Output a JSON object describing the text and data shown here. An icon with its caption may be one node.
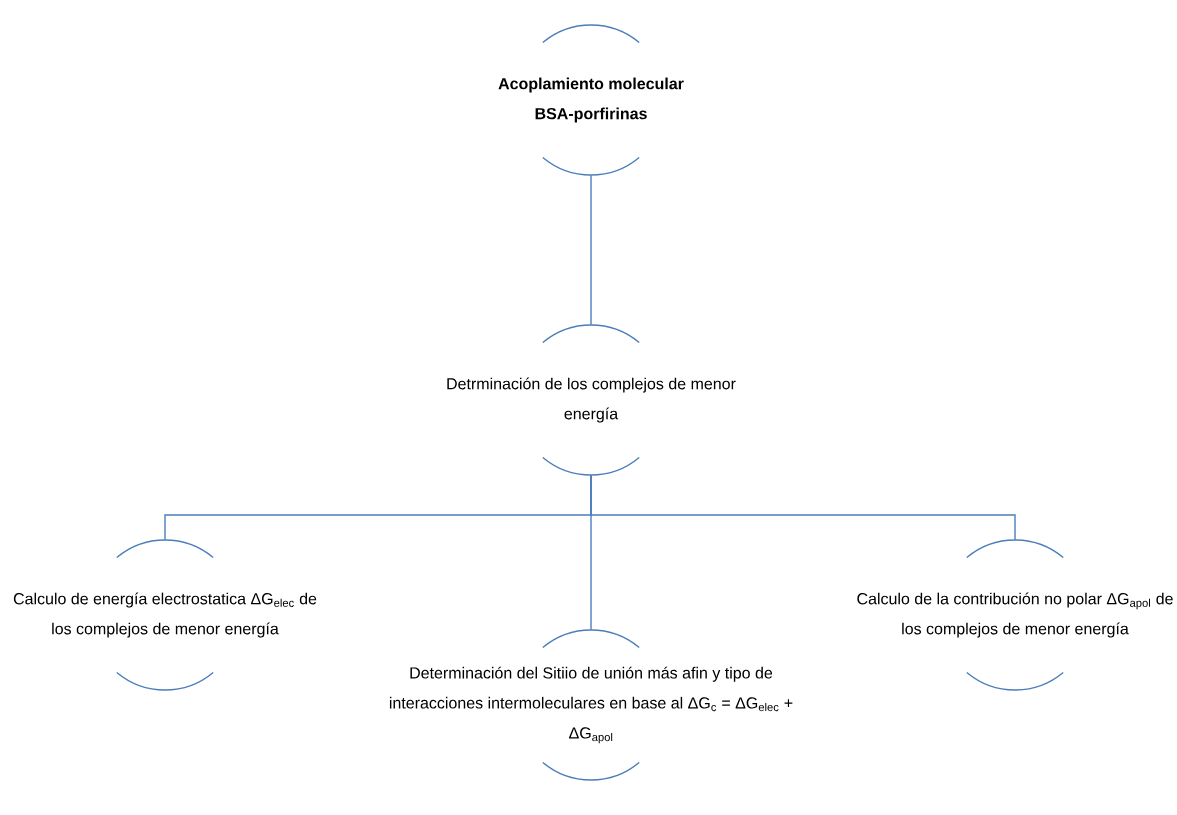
{
  "diagram": {
    "nodes": [
      {
        "text": [
          "Acoplamiento molecular BSA-porfirinas"
        ]
      },
      {
        "text": [
          "Detrminación de los complejos de menor energía"
        ]
      },
      {
        "text": [
          "Calculo de energía electrostatica ΔG$_{elec}$ de los complejos de menor energía"
        ]
      },
      {
        "text": [
          "Determinación del Sitiio de unión más afin y tipo de interacciones intermoleculares en base al ΔG$_{c}$ = ΔG$_{elec}$ + ΔG$_{apol}$"
        ]
      },
      {
        "text": [
          "Calculo de la contribución no polar ΔG$_{apol}$ de los complejos de menor energía"
        ]
      }
    ],
    "edges": [
      {
        "from": 0,
        "to": 1,
        "arrow": "none"
      },
      {
        "from": 1,
        "to": 2,
        "arrow": "none"
      },
      {
        "from": 1,
        "to": 3,
        "arrow": "none"
      },
      {
        "from": 1,
        "to": 4,
        "arrow": "none"
      }
    ]
  }
}
